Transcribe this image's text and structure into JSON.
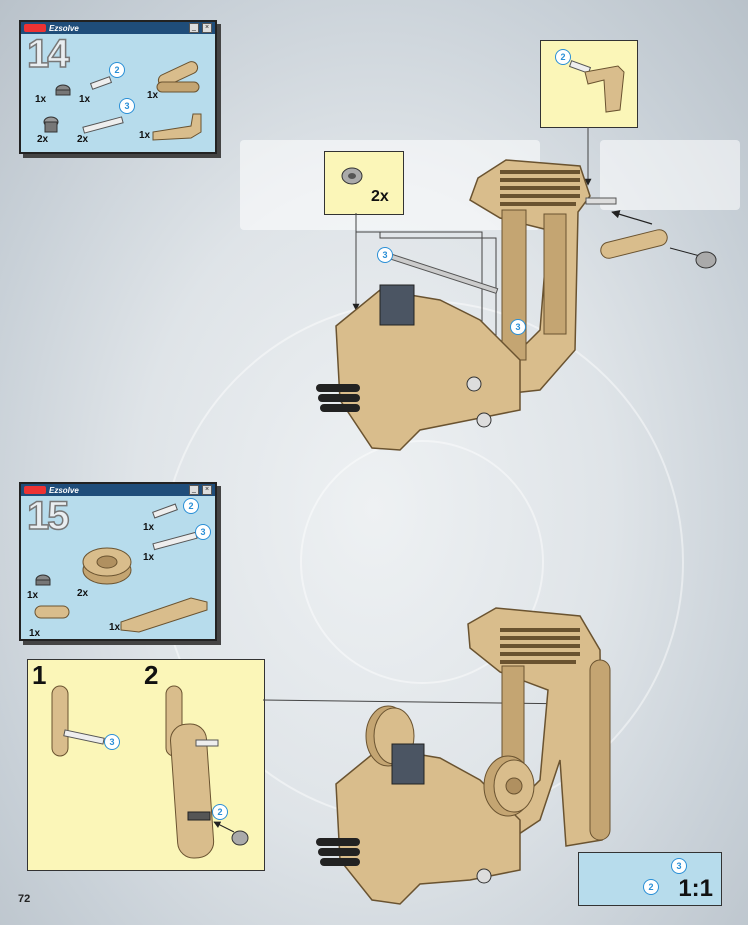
{
  "page": {
    "number": "72"
  },
  "step14": {
    "step_number": "14",
    "window_title": "Ezsolve",
    "parts": [
      {
        "qty": "1x",
        "badge": ""
      },
      {
        "qty": "1x",
        "badge": "2"
      },
      {
        "qty": "1x",
        "badge": ""
      },
      {
        "qty": "2x",
        "badge": ""
      },
      {
        "qty": "2x",
        "badge": "3"
      },
      {
        "qty": "1x",
        "badge": ""
      }
    ],
    "callout_bushing": {
      "qty": "2x"
    },
    "callout_lever": {
      "badge": "2"
    },
    "model_badges": [
      "3",
      "3"
    ]
  },
  "step15": {
    "step_number": "15",
    "window_title": "Ezsolve",
    "parts": [
      {
        "qty": "1x",
        "badge": "2"
      },
      {
        "qty": "1x",
        "badge": "3"
      },
      {
        "qty": "2x",
        "badge": ""
      },
      {
        "qty": "1x",
        "badge": ""
      },
      {
        "qty": "1x",
        "badge": ""
      },
      {
        "qty": "1x",
        "badge": ""
      }
    ],
    "substep1": {
      "number": "1",
      "badge": "3"
    },
    "substep2": {
      "number": "2",
      "badge": "2"
    }
  },
  "scale": {
    "label": "1:1",
    "badges": [
      "3",
      "2"
    ]
  },
  "colors": {
    "tan": "#d9bd8c",
    "dark_tan": "#8c6d3f",
    "window_blue": "#b7dcec",
    "callout_yellow": "#fbf6b8",
    "badge_blue": "#2a8fd6"
  }
}
